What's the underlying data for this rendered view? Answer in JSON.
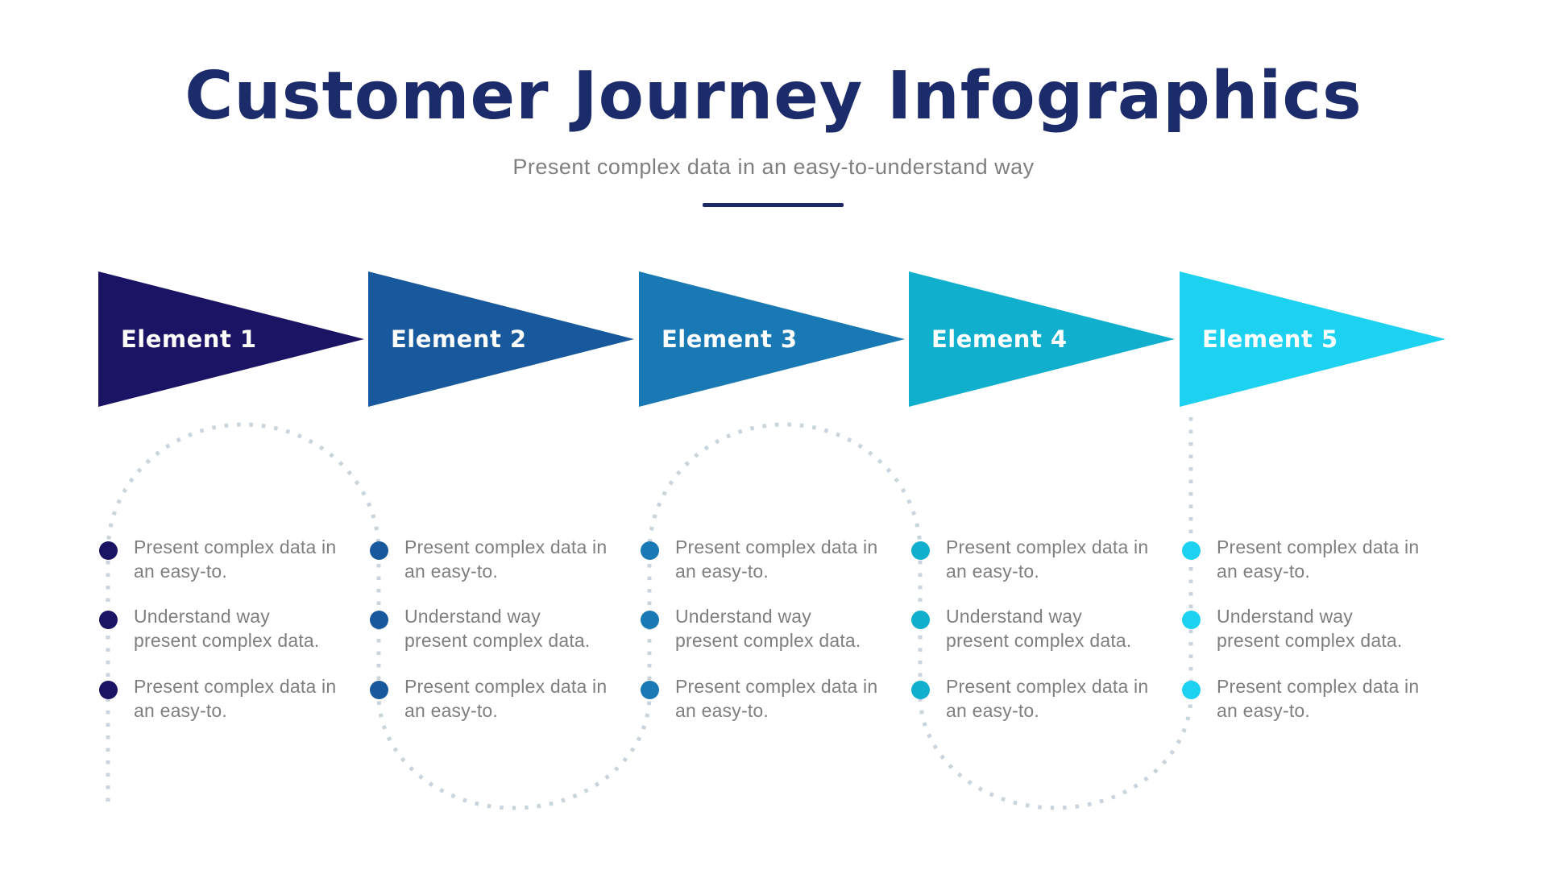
{
  "header": {
    "title": "Customer Journey Infographics",
    "subtitle": "Present complex data in an easy-to-understand way",
    "title_color": "#1c2c6b",
    "divider_color": "#1b2a66"
  },
  "connector": {
    "color": "#c9d5dc",
    "style": "dotted-serpentine"
  },
  "body_text_color": "#7f7f7f",
  "steps": [
    {
      "label": "Element 1",
      "color": "#1b1464",
      "bullets": [
        "Present complex data in an easy-to.",
        "Understand way present complex data.",
        "Present complex data in an easy-to."
      ]
    },
    {
      "label": "Element 2",
      "color": "#17599c",
      "bullets": [
        "Present complex data in an easy-to.",
        "Understand way present complex data.",
        "Present complex data in an easy-to."
      ]
    },
    {
      "label": "Element 3",
      "color": "#1879b5",
      "bullets": [
        "Present complex data in an easy-to.",
        "Understand way present complex data.",
        "Present complex data in an easy-to."
      ]
    },
    {
      "label": "Element 4",
      "color": "#10afcd",
      "bullets": [
        "Present complex data in an easy-to.",
        "Understand way present complex data.",
        "Present complex data in an easy-to."
      ]
    },
    {
      "label": "Element 5",
      "color": "#1dd1f1",
      "bullets": [
        "Present complex data in an easy-to.",
        "Understand way present complex data.",
        "Present complex data in an easy-to."
      ]
    }
  ]
}
